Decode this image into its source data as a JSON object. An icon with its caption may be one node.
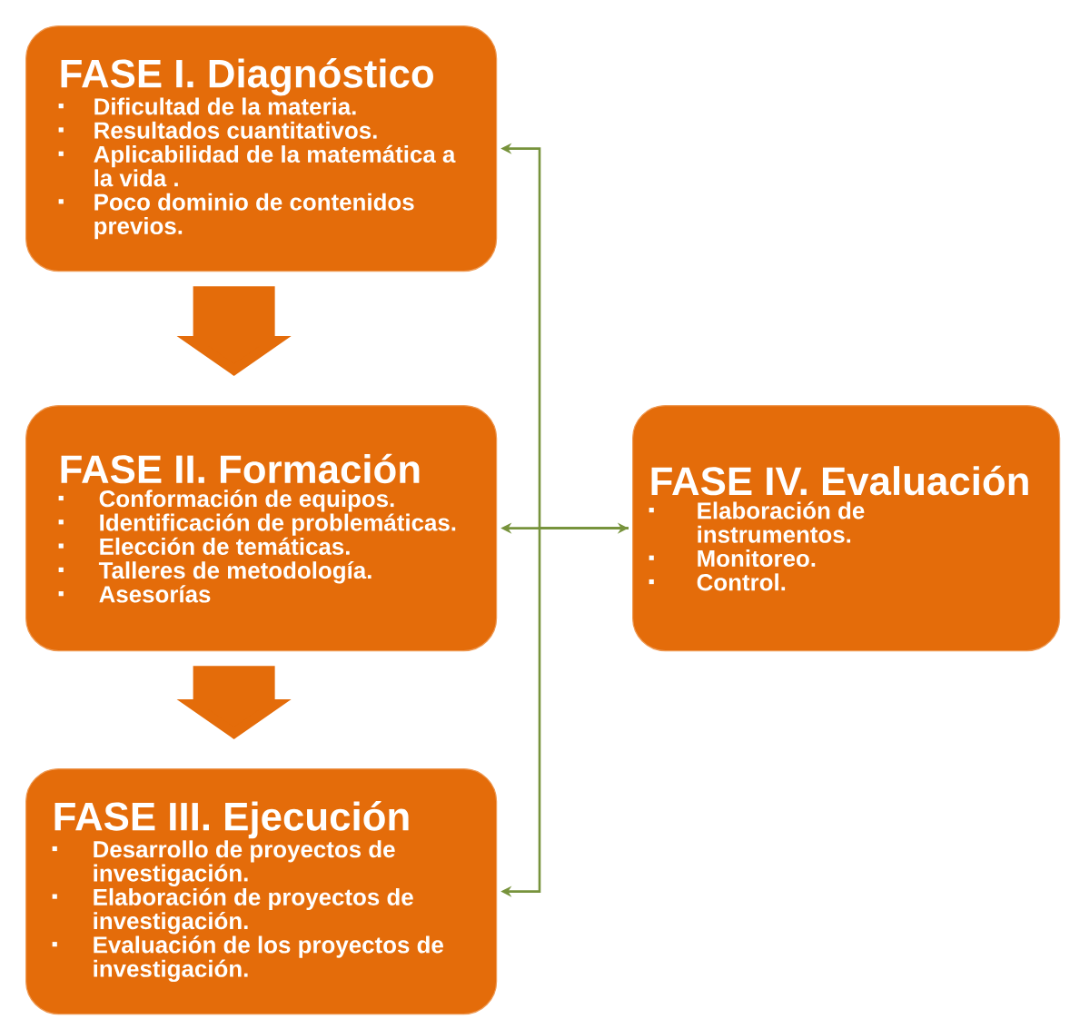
{
  "diagram": {
    "nodes": [
      {
        "text": [
          "FASE I. Diagnóstico",
          "Dificultad de la materia.",
          "Resultados cuantitativos.",
          "Aplicabilidad de la matemática a la vida .",
          "Poco dominio de contenidos previos."
        ]
      },
      {
        "text": [
          "FASE II. Formación",
          "Conformación de equipos.",
          "Identificación de problemáticas.",
          "Elección de temáticas.",
          "Talleres de metodología.",
          "Asesorías"
        ]
      },
      {
        "text": [
          "FASE III. Ejecución",
          "Desarrollo de proyectos de investigación.",
          "Elaboración de proyectos de investigación.",
          "Evaluación de los proyectos de investigación."
        ]
      },
      {
        "text": [
          "FASE IV. Evaluación",
          "Elaboración de instrumentos.",
          "Monitoreo.",
          "Control."
        ]
      }
    ],
    "edges": [
      {
        "from": 0,
        "to": 1,
        "arrow": "to",
        "style": "thick",
        "color": "#e46c0a"
      },
      {
        "from": 1,
        "to": 2,
        "arrow": "to",
        "style": "thick",
        "color": "#e46c0a"
      },
      {
        "from": 1,
        "to": 3,
        "arrow": "both"
      },
      {
        "from": 3,
        "to": 0,
        "arrow": "to"
      },
      {
        "from": 3,
        "to": 2,
        "arrow": "to"
      }
    ]
  }
}
